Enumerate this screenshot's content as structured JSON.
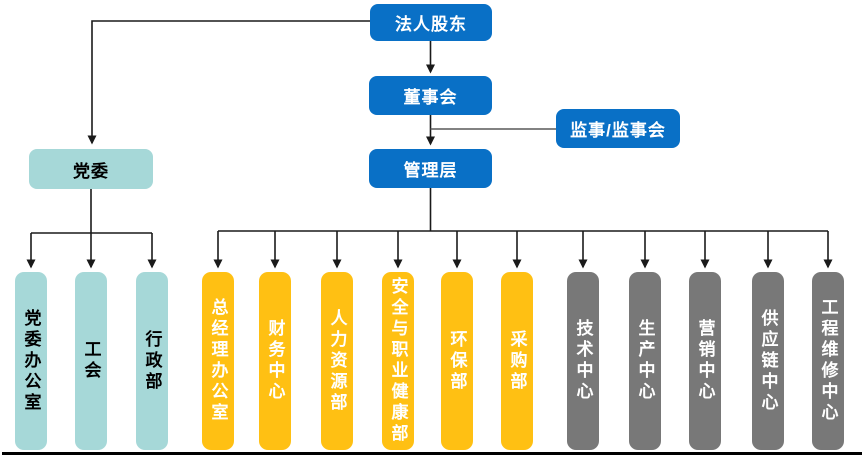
{
  "org": {
    "governance": {
      "shareholder": "法人股东",
      "board": "董事会",
      "supervisors": "监事/监事会",
      "management": "管理层",
      "party_committee": "党委"
    },
    "party_departments": [
      "党委办公室",
      "工会",
      "行政部"
    ],
    "functional_departments": [
      "总经理办公室",
      "财务中心",
      "人力资源部",
      "安全与职业健康部",
      "环保部",
      "采购部"
    ],
    "business_centers": [
      "技术中心",
      "生产中心",
      "营销中心",
      "供应链中心",
      "工程维修中心"
    ],
    "colors": {
      "governance_blue": "#0970C6",
      "party_teal": "#A6D8D8",
      "functional_orange": "#FFC013",
      "center_gray": "#787878",
      "connector": "#1A1A1A",
      "supervisor_connector": "#595959",
      "text_on_dark": "#FFFFFF",
      "text_on_light": "#000000"
    }
  }
}
